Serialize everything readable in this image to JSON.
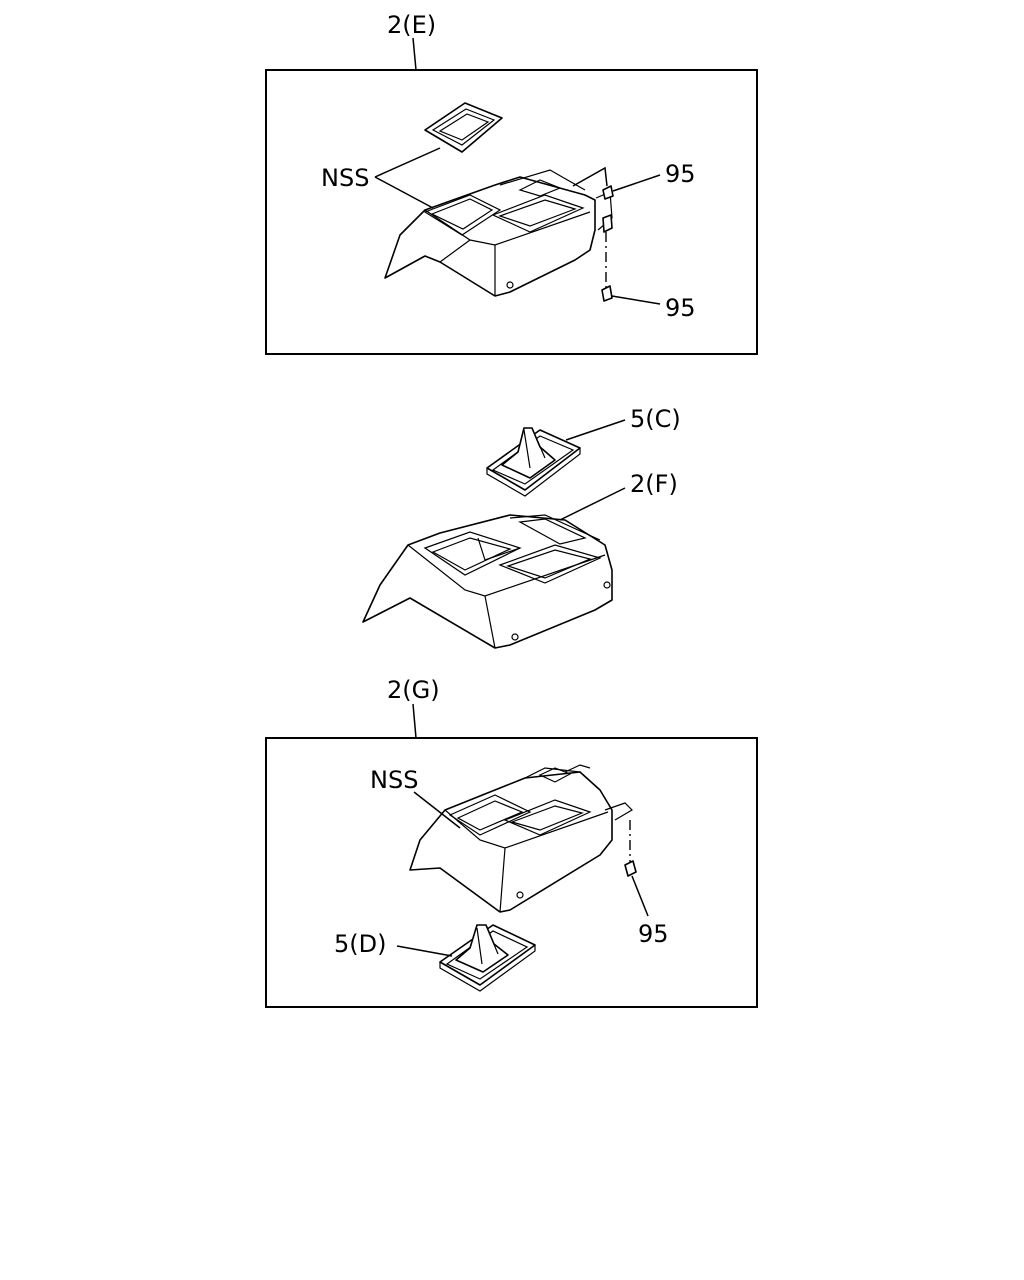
{
  "labels": {
    "top_group": "2(E)",
    "top_nss": "NSS",
    "top_clip_a": "95",
    "top_clip_b": "95",
    "mid_boot": "5(C)",
    "mid_console": "2(F)",
    "bottom_group": "2(G)",
    "bottom_nss": "NSS",
    "bottom_clip": "95",
    "bottom_boot": "5(D)"
  }
}
